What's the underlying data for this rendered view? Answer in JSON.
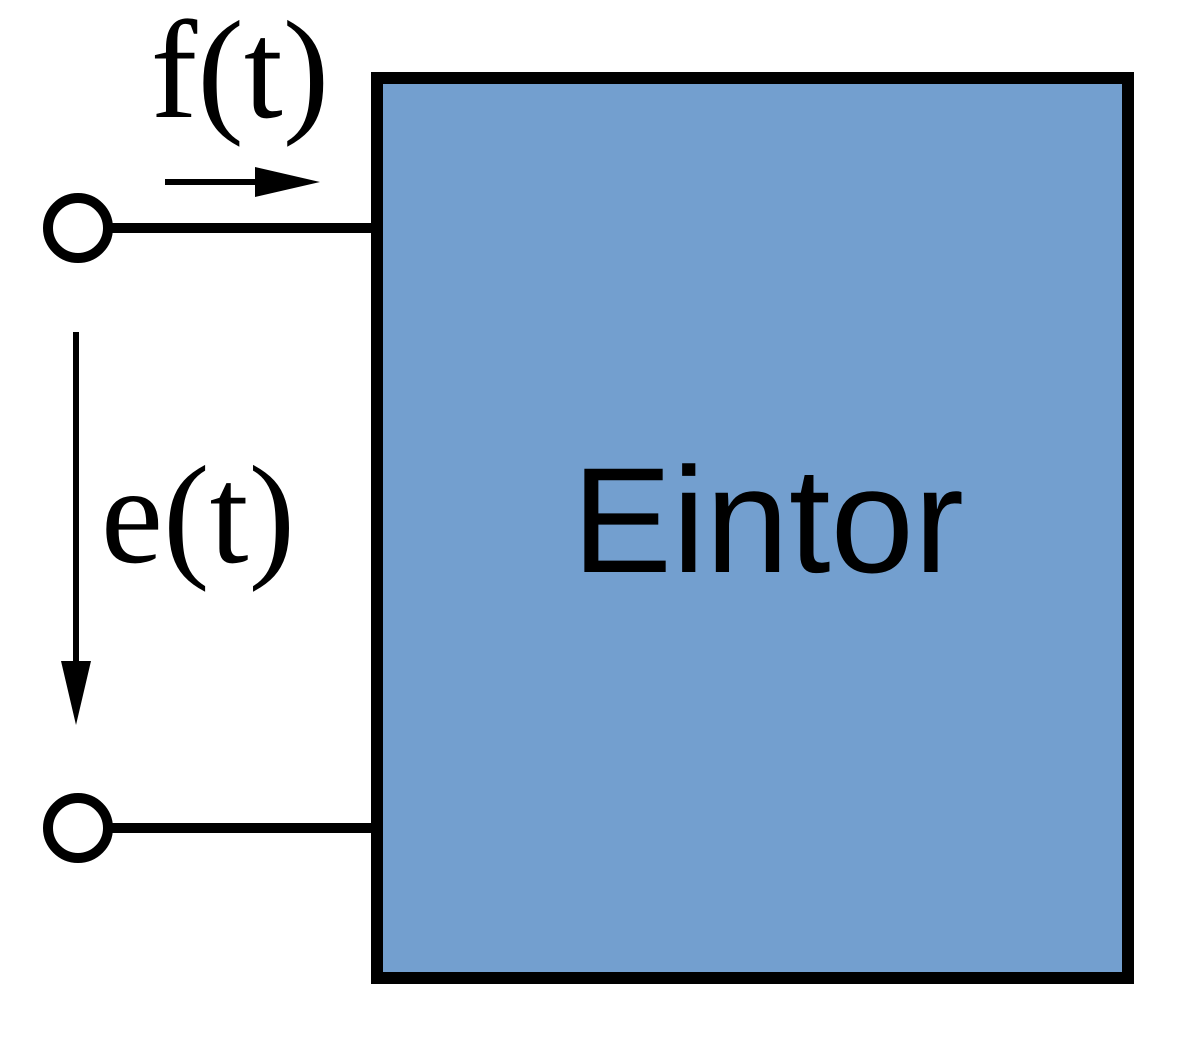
{
  "block": {
    "label": "Eintor",
    "fill_color": "#739fcf",
    "stroke_color": "#000000"
  },
  "flow": {
    "label": "f(t)",
    "icon": "arrow-right-icon"
  },
  "effort": {
    "label": "e(t)",
    "icon": "arrow-down-icon"
  },
  "terminals": {
    "top": "terminal-circle-icon",
    "bottom": "terminal-circle-icon"
  }
}
